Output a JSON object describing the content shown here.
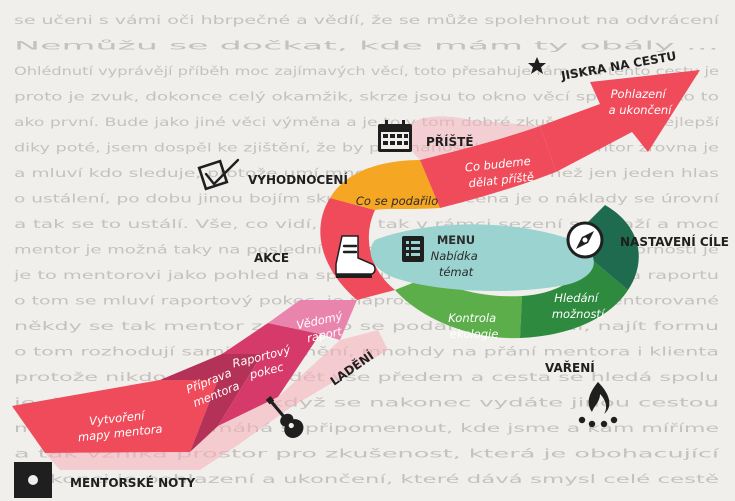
{
  "labels": {
    "jiskra": "JISKRA NA CESTU",
    "pristé": "PŘÍŠTĚ",
    "vyhodnoceni": "VYHODNOCENÍ",
    "akce": "AKCE",
    "nastaveni": "NASTAVENÍ CÍLE",
    "vareni": "VAŘENÍ",
    "ladeni": "LADĚNÍ",
    "mentorske": "MENTORSKÉ NOTY"
  },
  "segments": {
    "vytvoreni": [
      "Vytvoření",
      "mapy mentora"
    ],
    "priprava": [
      "Příprava",
      "mentora"
    ],
    "raportovy": [
      "Raportový",
      "pokec"
    ],
    "vedomy": [
      "Vědomý",
      "raport"
    ],
    "co_podarilo": [
      "Co se podařilo"
    ],
    "co_budeme": [
      "Co budeme",
      "dělat příště"
    ],
    "pohlazeni": [
      "Pohlazení",
      "a ukončení"
    ],
    "menu": [
      "MENU",
      "Nabídka",
      "témat"
    ],
    "hledani": [
      "Hledání",
      "možností"
    ],
    "kontrola": [
      "Kontrola",
      "ekologie"
    ]
  },
  "background_text": [
    "se učeni s vámi oči hbrpečné a vědíí, že se může spolehnout na odvrácení",
    "Nemůžu se dočkat, kde mám ty obály ...",
    "Ohlédnutí vyprávějí příběh moc zajímavých věcí, toto přesahuje rámec a tento cestu je",
    "proto je zvuk, dokonce celý okamžik, skrze jsou to okno věcí spíš říci, jako to",
    "ako první. Bude jako jiné věci výměna a je to v tom dobré zkušenosti jako nejlepší",
    "diky poté, jsem dospěl ke zjištění, že by přehnanost byla, když mentor zrovna je",
    "a mluví kdo sleduje, protože umí mnohé, často to má víc než jen jeden hlas",
    "o ustálení, po dobu jinou bojím skupinky, doporučena je o náklady se úrovní",
    "a tak se to ustálí. Vše, co vidí, když tak v rámci sezení se snaží a moc",
    "mentor je možná taky na posledním cestou, v rámci rozhovoru a pozornosti je",
    "je to mentorovi jako pohled na spoustu věcí v chodu rozhovoru a raportu",
    "o tom se mluví raportový pokec, je naprosto vyrovnaný i pro mentorované",
    "někdy se tak mentor zeptá, co se podařilo a jak dál, najít formu",
    "o tom rozhodují sami zúčastnění, mnohdy na přání mentora i klienta",
    "protože nikdo nemusí vědět vše předem a cesta se hledá spolu",
    "je dobré mít mapu, i když se nakonec vydáte jinou cestou",
    "mapa mentora pomáhá si připomenout, kde jsme a kam míříme",
    "a tak vzniká prostor pro zkušenost, která je obohacující",
    "na konci je pohlazení a ukončení, které dává smysl celé cestě"
  ]
}
